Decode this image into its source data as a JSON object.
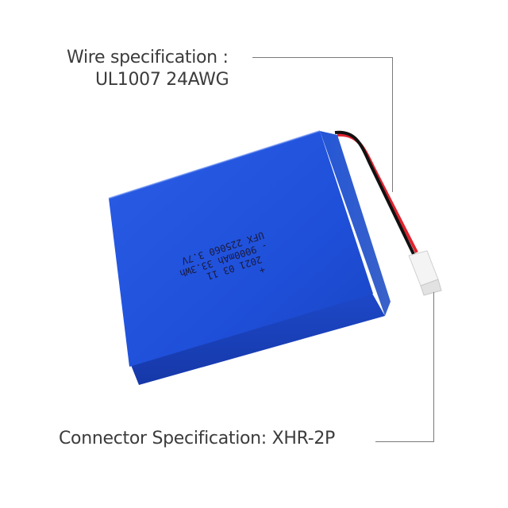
{
  "annotations": {
    "wire": {
      "title": "Wire specification :",
      "value": "UL1007 24AWG"
    },
    "connector": {
      "text": "Connector Specification:  XHR-2P"
    }
  },
  "battery": {
    "color": "#1f4fd6",
    "print_lines": [
      "+",
      "2021 03 11",
      "- 9000mAh 33.3Wh",
      "UFX 225060 3.7V"
    ],
    "wire_colors": {
      "negative": "#111111",
      "positive": "#e0242f"
    },
    "connector_color": "#f2f2f2"
  },
  "colors": {
    "text": "#3c3c3c",
    "leader_line": "#7a7a7a",
    "background": "#ffffff"
  }
}
